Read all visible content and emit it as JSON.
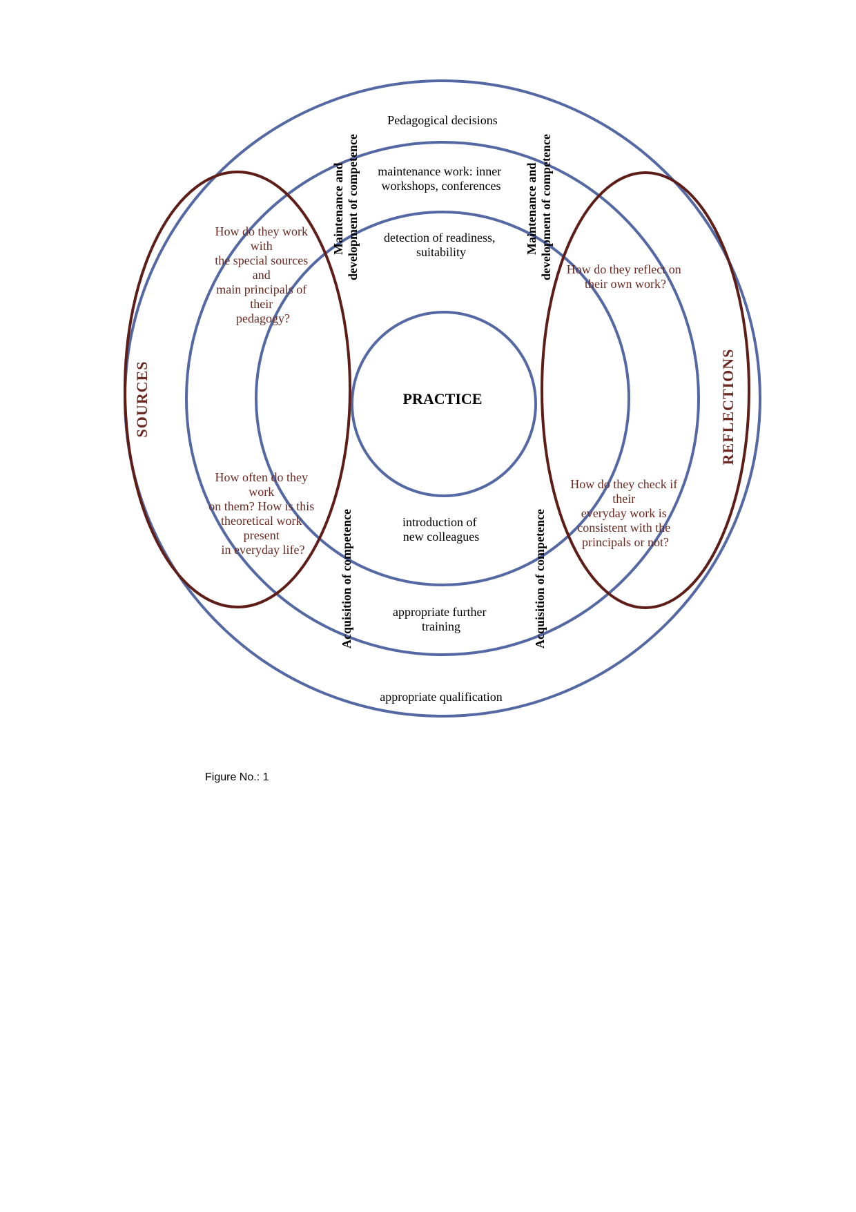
{
  "diagram": {
    "center_label": "PRACTICE",
    "ring_labels": {
      "outer_top": "Pedagogical decisions",
      "outer_bottom": "appropriate qualification",
      "second_top": [
        "maintenance work: inner",
        "workshops, conferences"
      ],
      "second_bottom": [
        "appropriate further",
        "training"
      ],
      "third_top": [
        "detection of readiness,",
        "suitability"
      ],
      "third_bottom": [
        "introduction of",
        "new colleagues"
      ]
    },
    "vertical_labels": {
      "maintenance": [
        "Maintenance and",
        "development of competence"
      ],
      "acquisition": "Acquisition of competence"
    },
    "side_labels": {
      "left": "SOURCES",
      "right": "REFLECTIONS"
    },
    "questions": {
      "left_top": [
        "How do they work",
        "with",
        "the special sources",
        "and",
        "main principals of",
        "their",
        "pedagogy?"
      ],
      "left_bottom": [
        "How often do they",
        "work",
        "on them? How is this",
        "theoretical work",
        "present",
        "in everyday life?"
      ],
      "right_top": [
        "How do they reflect on",
        "their own work?"
      ],
      "right_bottom": [
        "How do they check if",
        "their",
        "everyday work is",
        "consistent with the",
        "principals or not?"
      ]
    },
    "colors": {
      "rings": "#5468a4",
      "ovals": "#5e1e17",
      "question_text": "#6a2a22"
    }
  },
  "caption": "Figure No.: 1"
}
